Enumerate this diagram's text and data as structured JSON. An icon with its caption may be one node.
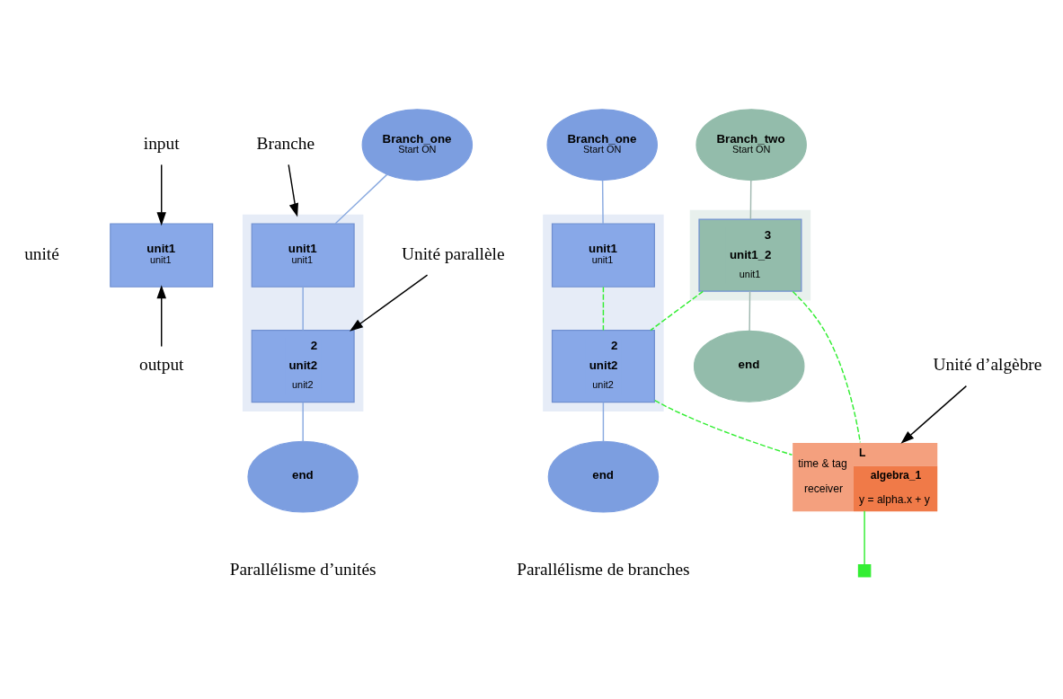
{
  "diagram": {
    "nodes": [
      {
        "text": [
          "input"
        ]
      },
      {
        "text": [
          "unit1",
          "unit1"
        ]
      },
      {
        "text": [
          "output"
        ]
      },
      {
        "text": [
          "Branche"
        ]
      },
      {
        "text": [
          "Branch_one",
          "Start ON"
        ]
      },
      {
        "text": [],
        "shape": "bar"
      },
      {
        "text": [
          "unit1",
          "unit1"
        ],
        "in": 5
      },
      {
        "text": [
          "Unité parallèle"
        ]
      },
      {
        "text": [
          "2",
          "unit2",
          "unit2"
        ],
        "in": 5
      },
      {
        "text": [
          "end"
        ]
      },
      {
        "text": [
          "Branch_one",
          "Start ON"
        ]
      },
      {
        "text": [],
        "shape": "bar"
      },
      {
        "text": [
          "unit1",
          "unit1"
        ],
        "in": 11
      },
      {
        "text": [
          "2",
          "unit2",
          "unit2"
        ],
        "in": 11
      },
      {
        "text": [
          "end"
        ]
      },
      {
        "text": [
          "Branch_two",
          "Start ON"
        ]
      },
      {
        "text": [],
        "shape": "bar"
      },
      {
        "text": [
          "3",
          "unit1_2",
          "unit1"
        ],
        "in": 16
      },
      {
        "text": [
          "end"
        ]
      },
      {
        "text": [
          "time & tag",
          "receiver",
          "L",
          "algebra_1",
          "y = alpha.x + y"
        ]
      },
      {
        "text": [
          "Unité d’algèbre"
        ]
      },
      {
        "text": [],
        "shape": "box"
      }
    ],
    "edges": [
      {
        "from": 0,
        "to": 1,
        "arrow": "to"
      },
      {
        "from": 2,
        "to": 1,
        "arrow": "to"
      },
      {
        "from": 3,
        "to": 5,
        "arrow": "to"
      },
      {
        "from": 4,
        "to": 6,
        "arrow": "none",
        "color": "#8aaae0"
      },
      {
        "from": 6,
        "to": 8,
        "arrow": "none",
        "color": "#8aaae0"
      },
      {
        "from": 7,
        "to": 8,
        "arrow": "to"
      },
      {
        "from": 8,
        "to": 9,
        "arrow": "none",
        "color": "#8aaae0"
      },
      {
        "from": 10,
        "to": 12,
        "arrow": "none",
        "color": "#8aaae0"
      },
      {
        "from": 12,
        "to": 13,
        "arrow": "none",
        "style": "dashed",
        "color": "#33ee33"
      },
      {
        "from": 17,
        "to": 13,
        "arrow": "none",
        "style": "dashed",
        "color": "#33ee33"
      },
      {
        "from": 13,
        "to": 14,
        "arrow": "none",
        "color": "#8aaae0"
      },
      {
        "from": 15,
        "to": 17,
        "arrow": "none",
        "color": "#a0b8b0"
      },
      {
        "from": 17,
        "to": 18,
        "arrow": "none",
        "color": "#a0b8b0"
      },
      {
        "from": 13,
        "to": 19,
        "arrow": "none",
        "style": "dashed",
        "color": "#33ee33"
      },
      {
        "from": 17,
        "to": 19,
        "arrow": "none",
        "style": "dashed",
        "color": "#33ee33"
      },
      {
        "from": 19,
        "to": 21,
        "arrow": "none",
        "color": "#33ee33"
      },
      {
        "from": 20,
        "to": 19,
        "arrow": "to"
      }
    ],
    "labels": [
      "unité",
      "Parallélisme d’unités",
      "Parallélisme de branches"
    ]
  }
}
